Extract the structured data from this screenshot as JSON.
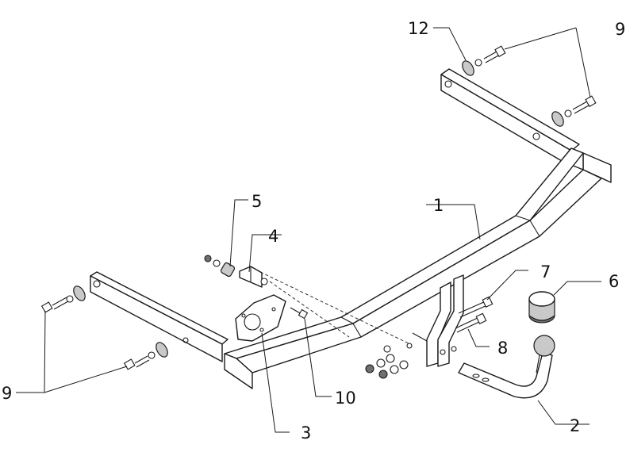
{
  "diagram": {
    "callouts": {
      "c1": "1",
      "c2": "2",
      "c3": "3",
      "c4": "4",
      "c5": "5",
      "c6": "6",
      "c7": "7",
      "c8": "8",
      "c9_top": "9",
      "c9_left": "9",
      "c10": "10",
      "c12": "12"
    }
  }
}
